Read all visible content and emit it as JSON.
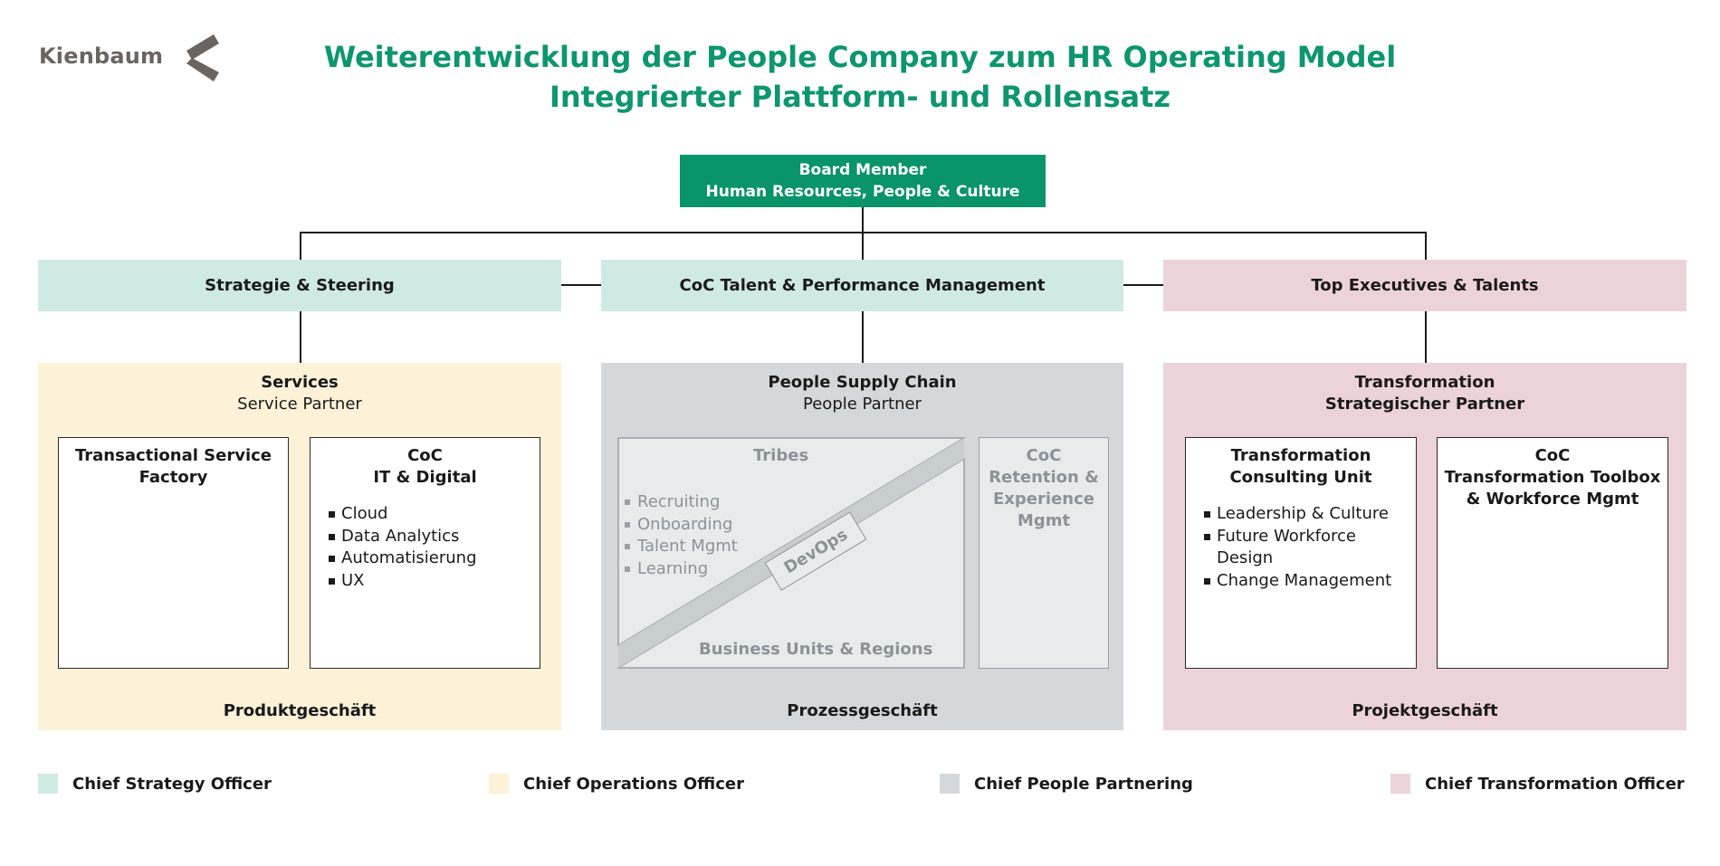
{
  "logo": {
    "text": "Kienbaum"
  },
  "title": {
    "line1": "Weiterentwicklung der People Company zum HR Operating Model",
    "line2": "Integrierter Plattform- und Rollensatz"
  },
  "board": {
    "line1": "Board Member",
    "line2": "Human Resources, People & Culture"
  },
  "level1": {
    "strategy": "Strategie & Steering",
    "coc_talent": "CoC Talent & Performance Management",
    "top_exec": "Top Executives & Talents"
  },
  "services": {
    "title": "Services",
    "subtitle": "Service Partner",
    "tsf": {
      "line1": "Transactional Service",
      "line2": "Factory"
    },
    "coc_it": {
      "line1": "CoC",
      "line2": "IT & Digital",
      "items": [
        "Cloud",
        "Data Analytics",
        "Automatisierung",
        "UX"
      ]
    },
    "footer": "Produktgeschäft"
  },
  "psc": {
    "title": "People Supply Chain",
    "subtitle": "People Partner",
    "tribes": "Tribes",
    "tribe_items": [
      "Recruiting",
      "Onboarding",
      "Talent Mgmt",
      "Learning"
    ],
    "devops": "DevOps",
    "business_units": "Business Units & Regions",
    "coc_retention": {
      "line1": "CoC",
      "line2": "Retention &",
      "line3": "Experience",
      "line4": "Mgmt"
    },
    "footer": "Prozessgeschäft"
  },
  "transformation": {
    "title": "Transformation",
    "subtitle": "Strategischer Partner",
    "tcu": {
      "line1": "Transformation",
      "line2": "Consulting Unit",
      "items": [
        "Leadership & Culture",
        "Future Workforce Design",
        "Change Management"
      ]
    },
    "coc_tt": {
      "line1": "CoC",
      "line2": "Transformation Toolbox",
      "line3": "& Workforce Mgmt"
    },
    "footer": "Projektgeschäft"
  },
  "legend": [
    {
      "label": "Chief Strategy Officer",
      "color": "#cfe9e3"
    },
    {
      "label": "Chief Operations Officer",
      "color": "#fdf1d8"
    },
    {
      "label": "Chief People Partnering",
      "color": "#d4d8da"
    },
    {
      "label": "Chief Transformation Officer",
      "color": "#ecd3d9"
    }
  ]
}
